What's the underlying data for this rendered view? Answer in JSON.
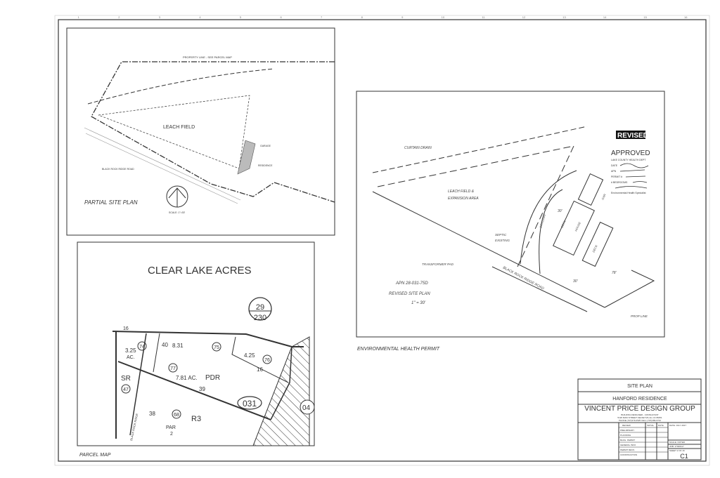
{
  "sheet": {
    "border_ticks_top": [
      "1",
      "2",
      "3",
      "4",
      "5",
      "6",
      "7",
      "8",
      "9",
      "10",
      "11",
      "12",
      "13",
      "14",
      "15",
      "16"
    ]
  },
  "partial_site_plan": {
    "title": "PARTIAL SITE PLAN",
    "property_line": "PROPERTY LINE - SEE PARCEL MAP",
    "leach_field": "LEACH FIELD",
    "garage": "GARAGE",
    "residence": "RESIDENCE",
    "road": "BLACK ROCK RIDGE ROAD",
    "scale": "SCALE: 1\"=30'"
  },
  "parcel_map": {
    "title": "PARCEL MAP",
    "heading": "CLEAR LAKE ACRES",
    "book": "29",
    "page": "230",
    "parcel_031": "031",
    "parcel_04": "04",
    "labels": {
      "pdr": "PDR",
      "r3": "R3",
      "sr": "SR",
      "par": "PAR",
      "par_no": "2",
      "lot_38": "38",
      "lot_39": "39",
      "lot_40": "40",
      "lot_16": "16",
      "lot_16b": "16",
      "ac_325": "3.25",
      "ac_831": "8.31",
      "ac_425": "4.25",
      "ac_781": "7.81 AC.",
      "ac": "AC.",
      "c74": "74",
      "c75": "75",
      "c76": "76",
      "c77": "77",
      "c47": "47",
      "c68": "68",
      "road": "BLACK ROCK RIDGE"
    }
  },
  "environmental_permit": {
    "title": "ENVIRONMENTAL HEALTH PERMIT",
    "curtain_drain": "CURTAIN DRAIN",
    "leach_field_1": "LEACH FIELD &",
    "leach_field_2": "EXPANSION AREA",
    "septic_1": "SEPTIC",
    "septic_2": "EXISTING",
    "transformer": "TRANSFORMER PAD",
    "road": "BLACK ROCK RIDGE ROAD",
    "driveway": "DRIVEWAY",
    "house": "HOUSE",
    "deck": "DECK",
    "deck2": "DECK",
    "gar": "GAR",
    "dim_30a": "30'",
    "dim_78": "78'",
    "dim_30b": "30'",
    "prop_line": "PROP LINE",
    "apn": "APN 28-031-75D",
    "revised": "REVISED SITE PLAN",
    "scale": "1\" = 30'",
    "stamp": {
      "revised": "REVISED",
      "approved": "APPROVED",
      "dept": "LAKE COUNTY HEALTH DEPT",
      "date_label": "DATE",
      "apn_label": "APN",
      "permit_label": "PERMIT #",
      "bedrooms_label": "# BEDROOMS",
      "specialist": "Environmental Health Specialist"
    }
  },
  "title_block": {
    "sheet_title": "SITE PLAN",
    "project": "HANFORD RESIDENCE",
    "firm": "VINCENT PRICE DESIGN GROUP",
    "firm_sub": "BUILDING DESIGNER - CONSULTANT",
    "firm_addr": "5120 MAIN STREET   KELSEYVILLE, CA  95451",
    "firm_phone": "PHONE (707)279-2525  CELL (707)489-0744",
    "review_header": [
      "REVIEW",
      "INITIAL",
      "DATE"
    ],
    "review_rows": [
      "PRELIMINARY",
      "PLANNING",
      "BLDG. PERMIT",
      "GENERAL INFO",
      "PERMIT REVS",
      "CONSTRUCTION"
    ],
    "date": "DATE: JULY 2017",
    "scale": "SCALE: NOTED",
    "job": "JOB: 17020117",
    "sheet_of": "SHEET 2 OF 16",
    "sheet_no": "C1"
  }
}
